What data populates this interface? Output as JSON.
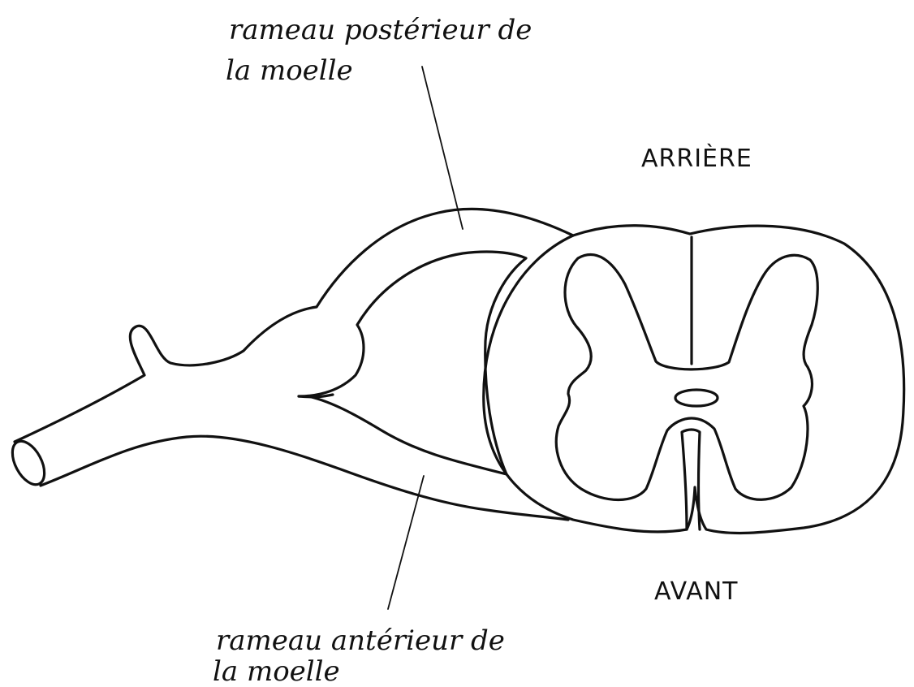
{
  "labels": {
    "posterior_branch": [
      "rameau postérieur de",
      "la moelle"
    ],
    "anterior_branch": [
      "rameau antérieur de",
      "la moelle"
    ],
    "back": "ARRIÈRE",
    "front": "AVANT"
  },
  "colors": {
    "ink": "#111111",
    "background": "#ffffff"
  }
}
